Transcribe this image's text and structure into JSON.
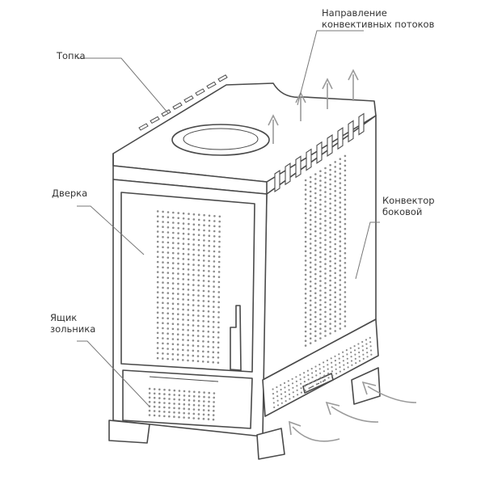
{
  "labels": {
    "firebox": "Топка",
    "convection_line1": "Направление",
    "convection_line2": "конвективных потоков",
    "door": "Дверка",
    "side_convector_line1": "Конвектор",
    "side_convector_line2": "боковой",
    "ash_box_line1": "Ящик",
    "ash_box_line2": "зольника"
  },
  "colors": {
    "outline": "#4a4a4a",
    "perforation": "#8c8c8c",
    "arrows": "#9a9a9a",
    "text": "#333333"
  }
}
